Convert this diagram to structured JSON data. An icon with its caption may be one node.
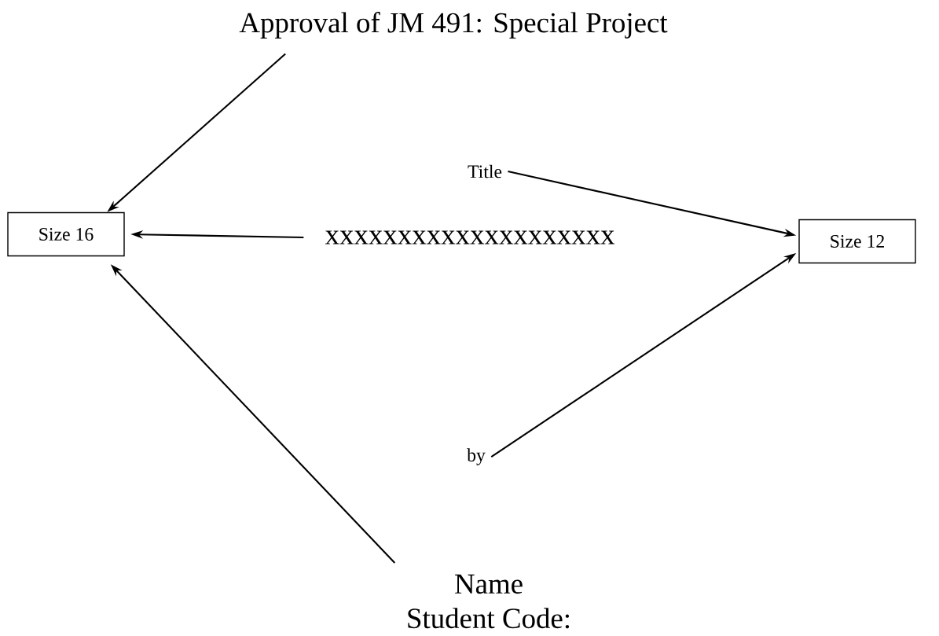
{
  "diagram": {
    "nodes": [
      {
        "text": [
          "Approval of JM 491:  Special Project"
        ]
      },
      {
        "text": [
          "Size  16"
        ]
      },
      {
        "text": [
          "xxxxxxxxxxxxxxxxxxxx"
        ]
      },
      {
        "text": [
          "Title"
        ]
      },
      {
        "text": [
          "Size  12"
        ]
      },
      {
        "text": [
          "by"
        ]
      },
      {
        "text": [
          "Name",
          "Student Code:"
        ]
      }
    ],
    "edges": [
      {
        "from": 0,
        "to": 1,
        "arrow": "to"
      },
      {
        "from": 2,
        "to": 1,
        "arrow": "to"
      },
      {
        "from": 6,
        "to": 1,
        "arrow": "to"
      },
      {
        "from": 3,
        "to": 4,
        "arrow": "to"
      },
      {
        "from": 5,
        "to": 4,
        "arrow": "to"
      }
    ]
  }
}
